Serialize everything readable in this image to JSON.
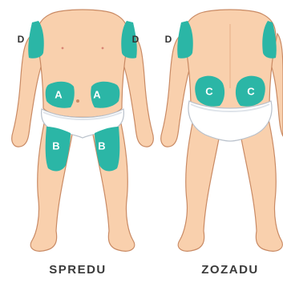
{
  "colors": {
    "skin": "#f9d0ad",
    "skin_shadow": "#eab48d",
    "outline": "#c98a64",
    "zone": "#2bb6a6",
    "zone_dark": "#1d9a8c",
    "diaper": "#ffffff",
    "diaper_shade": "#dfe4ea",
    "text": "#3a3a3a"
  },
  "front": {
    "caption": "SPREDU",
    "zone_a": "A",
    "zone_b": "B",
    "zone_d": "D"
  },
  "back": {
    "caption": "ZOZADU",
    "zone_c": "C",
    "zone_d": "D"
  }
}
